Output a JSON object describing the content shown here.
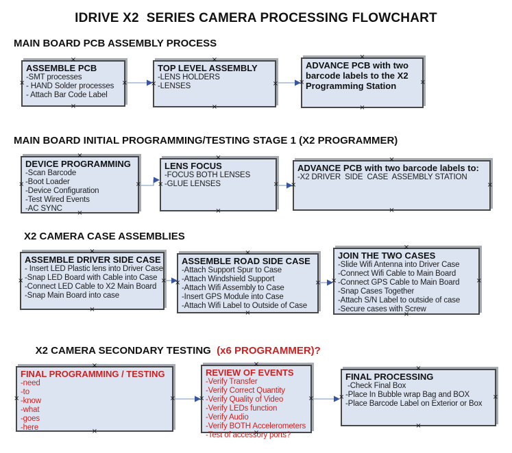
{
  "page": {
    "title": "IDRIVE X2  SERIES CAMERA PROCESSING FLOWCHART"
  },
  "colors": {
    "box_fill": "#dce4f1",
    "box_border": "#474747",
    "box_shadow": "#a7abb4",
    "connector_line": "#8fa6c6",
    "connector_arrow": "#3a55a0",
    "red_text": "#cc2121",
    "black_text": "#1a1a1a"
  },
  "icons": {
    "connection_point": "×",
    "arrowhead": "right-arrow"
  },
  "sections": [
    {
      "header": "MAIN BOARD PCB ASSEMBLY PROCESS",
      "boxes": [
        {
          "title": "ASSEMBLE PCB",
          "items": [
            "-SMT processes",
            "- HAND Solder processes",
            "- Attach Bar Code Label"
          ]
        },
        {
          "title": "TOP LEVEL ASSEMBLY",
          "items": [
            "-LENS HOLDERS",
            "-LENSES"
          ]
        },
        {
          "title": "ADVANCE PCB with two barcode labels to the X2 Programming Station",
          "items": []
        }
      ]
    },
    {
      "header": "MAIN BOARD INITIAL PROGRAMMING/TESTING STAGE 1 (X2 PROGRAMMER)",
      "boxes": [
        {
          "title": "DEVICE PROGRAMMING",
          "items": [
            "-Scan Barcode",
            "-Boot Loader",
            "-Device Configuration",
            "-Test Wired Events",
            "-AC SYNC"
          ]
        },
        {
          "title": "LENS FOCUS",
          "items": [
            "-FOCUS BOTH LENSES",
            "-GLUE LENSES"
          ]
        },
        {
          "title": "ADVANCE PCB with two barcode labels to:",
          "items": [
            "-X2 DRIVER  SIDE  CASE  ASSEMBLY STATION"
          ]
        }
      ]
    },
    {
      "header": "X2 CAMERA CASE ASSEMBLIES",
      "boxes": [
        {
          "title": "ASSEMBLE DRIVER SIDE CASE",
          "items": [
            "- Insert LED Plastic lens into Driver Case",
            "-Snap LED Board with Cable into Case",
            "-Connect LED Cable to X2 Main Board",
            "-Snap Main Board into case"
          ]
        },
        {
          "title": "ASSEMBLE ROAD SIDE CASE",
          "items": [
            "-Attach Support Spur to Case",
            "-Attach Windshield Support",
            "-Attach Wifi Assembly to Case",
            "-Insert GPS Module into Case",
            "-Attach Wifi Label to Outside of Case"
          ]
        },
        {
          "title": "JOIN THE TWO CASES",
          "items": [
            "-Slide Wifi Antenna into Driver Case",
            "-Connect Wifi Cable to Main Board",
            "-Connect GPS Cable to Main Board",
            "-Snap Cases Together",
            "-Attach S/N Label to outside of case",
            "-Secure cases with Screw"
          ]
        }
      ]
    },
    {
      "header": "X2 CAMERA SECONDARY TESTING ",
      "header_highlight": " (x6 PROGRAMMER)?",
      "boxes": [
        {
          "title": "FINAL PROGRAMMING / TESTING",
          "items": [
            "-need",
            "-to",
            "-know",
            "-what",
            "-goes",
            "-here"
          ]
        },
        {
          "title": "REVIEW OF EVENTS",
          "items": [
            "-Verify Transfer",
            "-Verify Correct Quantity",
            "-Verify Quality of Video",
            "-Verify LEDs function",
            "-Verify Audio",
            "-Verify BOTH Accelerometers",
            "-Test of accessory ports?"
          ]
        },
        {
          "title": "FINAL PROCESSING",
          "items": [
            " -Check Final Box",
            "-Place In Bubble wrap Bag and BOX",
            "-Place Barcode Label on Exterior or Box"
          ]
        }
      ]
    }
  ]
}
